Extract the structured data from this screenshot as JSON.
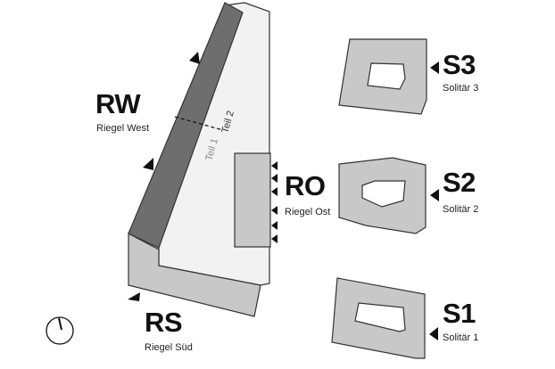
{
  "buildings": {
    "rw": {
      "code": "RW",
      "name": "Riegel West",
      "part1": "Teil 1",
      "part2": "Teil 2"
    },
    "ro": {
      "code": "RO",
      "name": "Riegel Ost"
    },
    "rs": {
      "code": "RS",
      "name": "Riegel Süd"
    },
    "s1": {
      "code": "S1",
      "name": "Solitär 1"
    },
    "s2": {
      "code": "S2",
      "name": "Solitär 2"
    },
    "s3": {
      "code": "S3",
      "name": "Solitär 3"
    }
  },
  "colors": {
    "building_fill": "#c8c8c8",
    "ground_fill": "#f2f2f2",
    "west_wing_fill": "#6e6e6e",
    "outline": "#333333"
  },
  "icons": {
    "entrance_marker": "triangle-arrow-icon",
    "north_arrow": "compass-icon"
  }
}
